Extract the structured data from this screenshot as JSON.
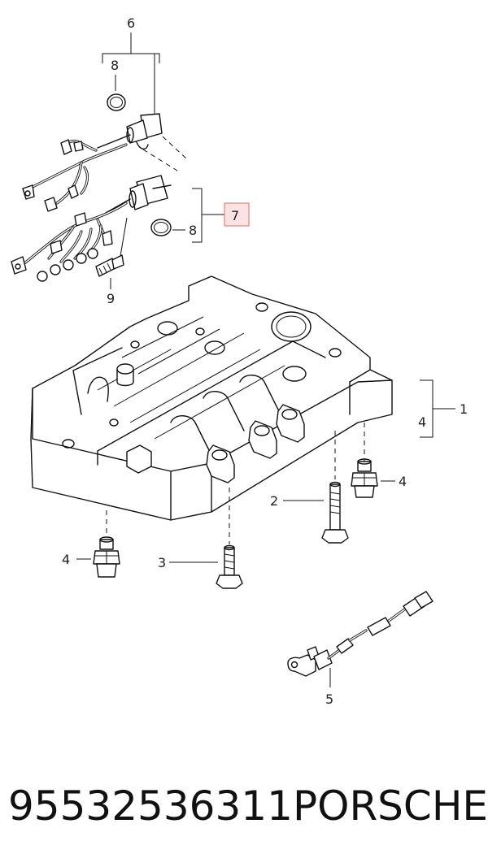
{
  "callouts": {
    "c1": "1",
    "c2": "2",
    "c3": "3",
    "c4_bracket": "4",
    "c4_right": "4",
    "c4_left": "4",
    "c5": "5",
    "c6": "6",
    "c7": "7",
    "c8_top": "8",
    "c8_mid": "8",
    "c9": "9"
  },
  "highlight_color": "#e06b6b",
  "highlight_fill": "#fbe3e3",
  "footer": {
    "part_number": "95532536311",
    "brand": "PORSCHE"
  }
}
